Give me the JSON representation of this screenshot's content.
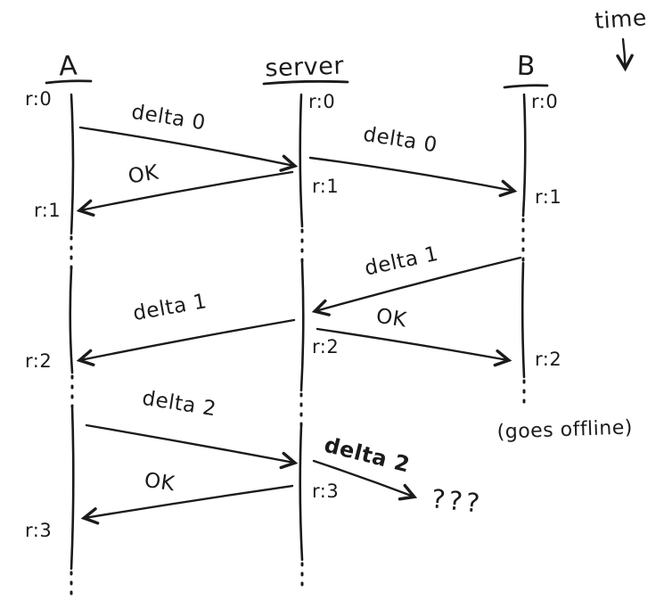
{
  "diagram": {
    "title_hint": "hand-drawn sync sequence diagram",
    "time_label": "time",
    "ink_color": "#1b1b1b",
    "background": "#ffffff",
    "lifelines": {
      "a": {
        "name": "A",
        "revisions": [
          "r:0",
          "r:1",
          "r:2",
          "r:3"
        ]
      },
      "server": {
        "name": "server",
        "revisions": [
          "r:0",
          "r:1",
          "r:2",
          "r:3"
        ]
      },
      "b": {
        "name": "B",
        "revisions": [
          "r:0",
          "r:1",
          "r:2"
        ]
      }
    },
    "messages": [
      {
        "label": "delta 0",
        "from": "A",
        "to": "server"
      },
      {
        "label": "delta 0",
        "from": "server",
        "to": "B"
      },
      {
        "label": "OK",
        "from": "server",
        "to": "A"
      },
      {
        "label": "delta 1",
        "from": "B",
        "to": "server"
      },
      {
        "label": "delta 1",
        "from": "server",
        "to": "A"
      },
      {
        "label": "OK",
        "from": "server",
        "to": "B"
      },
      {
        "label": "delta 2",
        "from": "A",
        "to": "server"
      },
      {
        "label": "delta 2",
        "from": "server",
        "to": "unknown"
      },
      {
        "label": "OK",
        "from": "server",
        "to": "A"
      }
    ],
    "notes": {
      "goes_offline": "(goes offline)",
      "undelivered": "???"
    }
  }
}
